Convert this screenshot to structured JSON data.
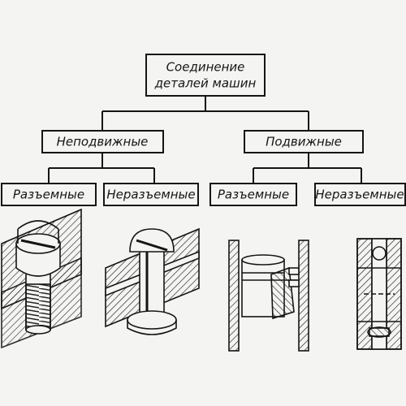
{
  "nodes": {
    "root": {
      "line1": "Соединение",
      "line2": "деталей машин"
    },
    "fixed": {
      "label": "Неподвижные"
    },
    "movable": {
      "label": "Подвижные"
    },
    "fixed_detachable": {
      "label": "Разъемные"
    },
    "fixed_permanent": {
      "label": "Неразъемные"
    },
    "movable_detachable": {
      "label": "Разъемные"
    },
    "movable_permanent": {
      "label": "Неразъемные"
    }
  },
  "illustrations": [
    {
      "icon": "screw-joint-icon"
    },
    {
      "icon": "rivet-joint-icon"
    },
    {
      "icon": "sliding-bearing-icon"
    },
    {
      "icon": "ball-bearing-icon"
    }
  ],
  "colors": {
    "ink": "#151515",
    "paper": "#f4f4f2"
  }
}
